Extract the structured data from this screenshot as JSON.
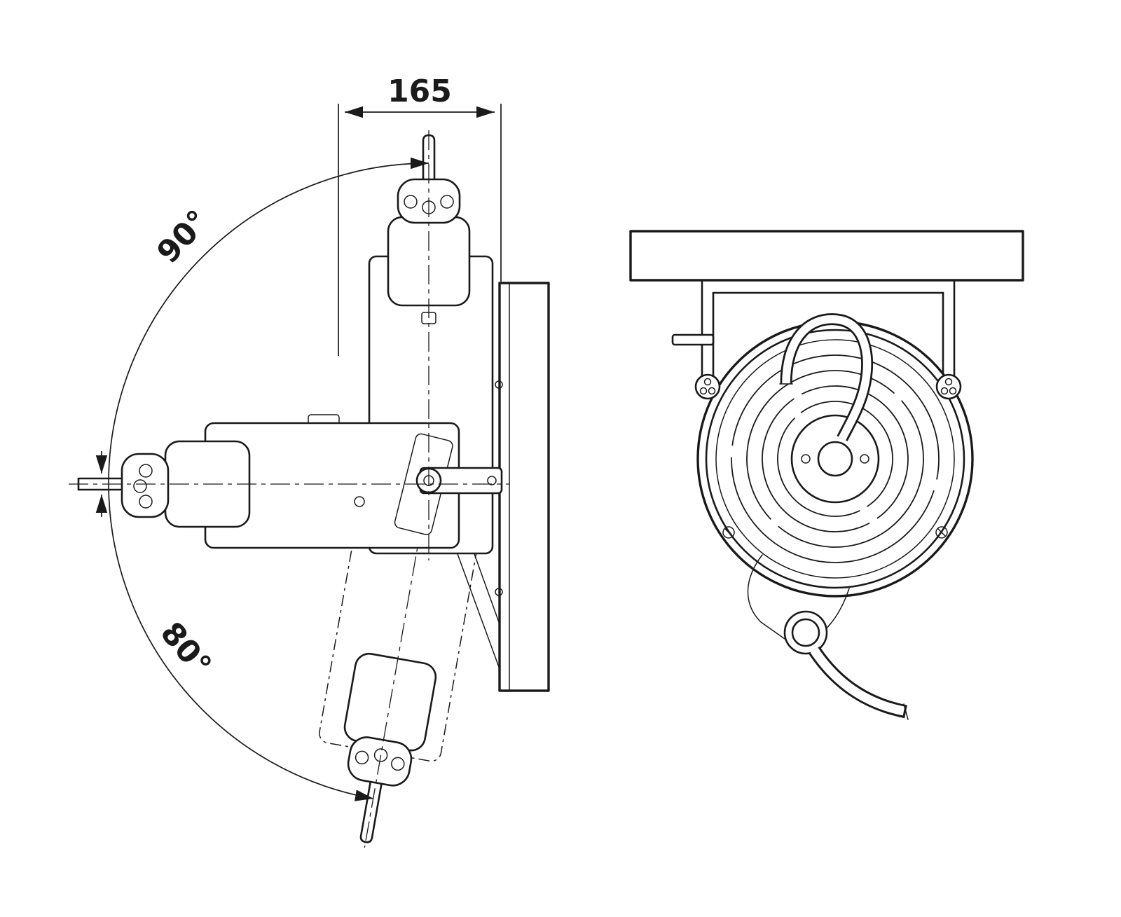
{
  "annotations": {
    "width_dimension": "165",
    "upper_swivel_angle": "90°",
    "lower_swivel_angle": "80°"
  },
  "colors": {
    "line": "#1a1a1a",
    "background": "#ffffff"
  }
}
